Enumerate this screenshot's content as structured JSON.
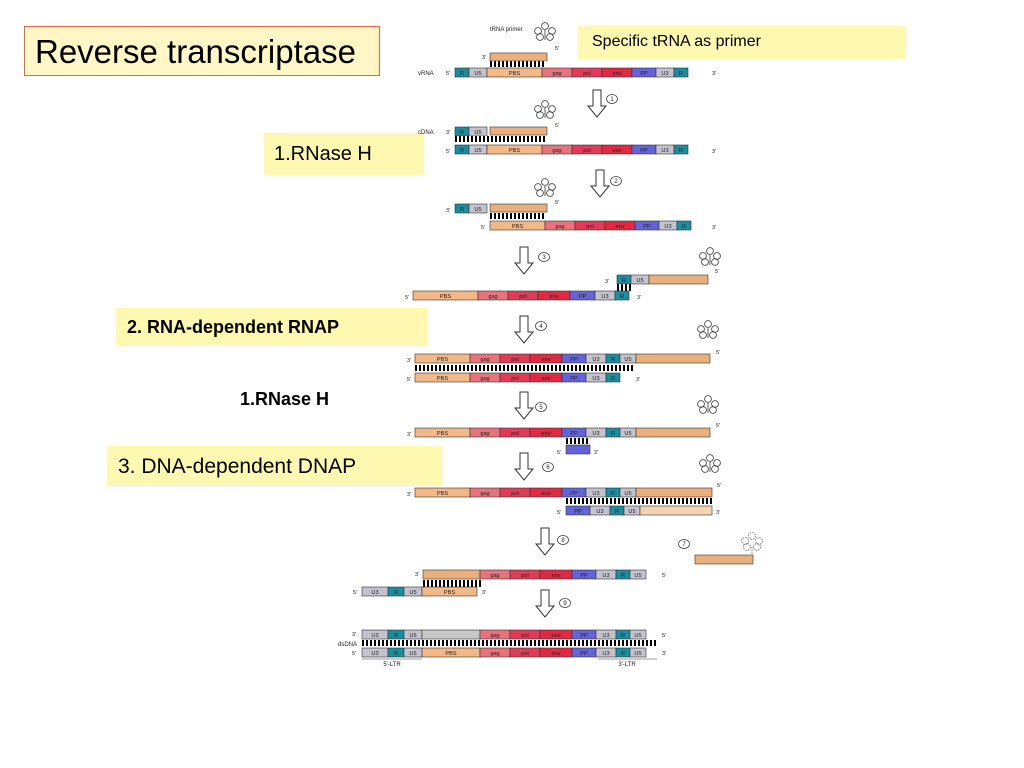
{
  "title": "Reverse transcriptase",
  "callouts": {
    "primer": "Specific tRNA as primer",
    "rnase_h_1": "1.RNase H",
    "rna_dep_rnap": "2. RNA-dependent RNAP",
    "rnase_h_2": "1.RNase H",
    "dna_dep_dnap": "3. DNA-dependent DNAP"
  },
  "labels": {
    "trna_primer": "tRNA primer",
    "vrna": "vRNA",
    "cdna": "cDNA",
    "dsdna": "dsDNA",
    "ltr_5": "5'-LTR",
    "ltr_3": "3'-LTR",
    "five": "5'",
    "three": "3'"
  },
  "steps": [
    "1",
    "2",
    "3",
    "4",
    "5",
    "6",
    "7",
    "8",
    "9"
  ],
  "colors": {
    "R": "#1a8ea0",
    "U5": "#c4c2cc",
    "U3": "#c4c2cc",
    "PBS": "#f2b887",
    "gag": "#e8737c",
    "pol": "#e03c58",
    "env": "#e02a44",
    "PP": "#6464d8",
    "primer": "#e9b07e",
    "title_border": "#e0683a",
    "callout_bg": "#fff8b0"
  }
}
